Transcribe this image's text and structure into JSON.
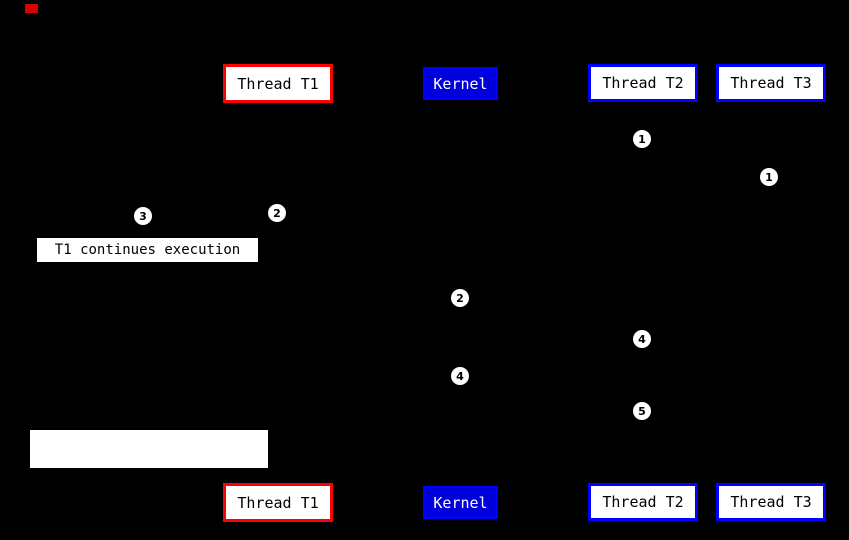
{
  "diagram": {
    "colors": {
      "background": "#000000",
      "t1_border": "#ff0000",
      "thread_border": "#0000ff",
      "kernel_fill": "#0000dd",
      "kernel_text": "#ffffff",
      "box_fill": "#ffffff",
      "box_text": "#000000"
    },
    "top_boxes": [
      {
        "label": "Thread T1"
      },
      {
        "label": "Kernel"
      },
      {
        "label": "Thread T2"
      },
      {
        "label": "Thread T3"
      }
    ],
    "bottom_boxes": [
      {
        "label": "Thread T1"
      },
      {
        "label": "Kernel"
      },
      {
        "label": "Thread T2"
      },
      {
        "label": "Thread T3"
      }
    ],
    "markers": [
      {
        "label": "1"
      },
      {
        "label": "1"
      },
      {
        "label": "3"
      },
      {
        "label": "2"
      },
      {
        "label": "2"
      },
      {
        "label": "4"
      },
      {
        "label": "4"
      },
      {
        "label": "5"
      }
    ],
    "annotation": "T1 continues execution"
  }
}
